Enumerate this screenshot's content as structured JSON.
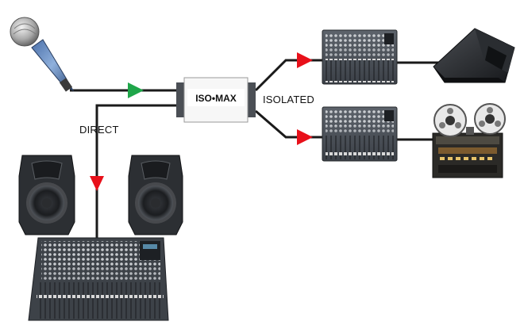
{
  "labels": {
    "isolator_brand": "ISO•MAX",
    "direct": "DIRECT",
    "isolated": "ISOLATED"
  },
  "devices": [
    {
      "id": "microphone",
      "kind": "microphone-icon"
    },
    {
      "id": "isolation-transformer",
      "kind": "transformer-box"
    },
    {
      "id": "mixer-top",
      "kind": "mixer-icon"
    },
    {
      "id": "mixer-middle",
      "kind": "mixer-icon"
    },
    {
      "id": "mixer-main",
      "kind": "mixer-icon"
    },
    {
      "id": "stage-monitor",
      "kind": "wedge-monitor-icon"
    },
    {
      "id": "reel-to-reel",
      "kind": "tape-recorder-icon"
    },
    {
      "id": "speaker-left",
      "kind": "speaker-icon"
    },
    {
      "id": "speaker-right",
      "kind": "speaker-icon"
    }
  ],
  "colors": {
    "signal_line": "#1a1a1a",
    "arrow_input": "#1fa64a",
    "arrow_output": "#e8101a",
    "device_dark": "#2e3238"
  }
}
